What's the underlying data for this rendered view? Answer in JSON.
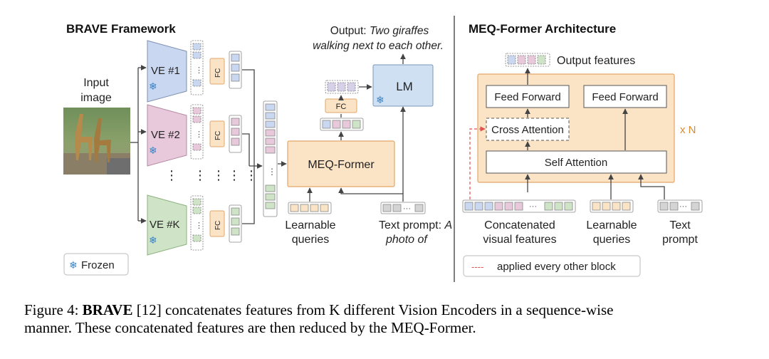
{
  "left": {
    "title": "BRAVE Framework",
    "input_label_line1": "Input",
    "input_label_line2": "image",
    "encoders": [
      "VE #1",
      "VE #2",
      "VE #K"
    ],
    "fc_label": "FC",
    "meq_former_label": "MEQ-Former",
    "lm_label": "LM",
    "output_line1_prefix": "Output: ",
    "output_line1_italic": "Two giraffes",
    "output_line2_italic": "walking next to each other.",
    "learnable_line1": "Learnable",
    "learnable_line2": "queries",
    "text_prompt_line1_prefix": "Text prompt: ",
    "text_prompt_line1_italic": "A",
    "text_prompt_line2_italic": "photo of",
    "vertical_dots": "⋮",
    "frozen_legend": "Frozen",
    "snowflake": "❄"
  },
  "right": {
    "title": "MEQ-Former Architecture",
    "output_features": "Output features",
    "feed_forward_left": "Feed Forward",
    "feed_forward_right": "Feed Forward",
    "cross_attention": "Cross Attention",
    "self_attention": "Self Attention",
    "repeat_label": "x N",
    "concat_line1": "Concatenated",
    "concat_line2": "visual features",
    "learnable_line1": "Learnable",
    "learnable_line2": "queries",
    "text_line1": "Text",
    "text_line2": "prompt",
    "ellipsis": "···",
    "legend_dashes": "----",
    "legend_text": "applied every other block"
  },
  "colors": {
    "ve1": "#c9d8f0",
    "ve2": "#e8c9dc",
    "veK": "#cfe4c6",
    "orange_fill": "#fbe3c6",
    "orange_stroke": "#e3a76a",
    "lm_fill": "#cfe0f3",
    "gray_token": "#d4d4d4",
    "dashed_red": "#e35050",
    "snowflake": "#3b82c4",
    "xn": "#d98a2e"
  },
  "caption": {
    "prefix": "Figure 4: ",
    "bold": "BRAVE",
    "text_line1": " [12] concatenates features from K different Vision Encoders in a sequence-wise",
    "text_line2": "manner. These concatenated features are then reduced by the MEQ-Former."
  }
}
